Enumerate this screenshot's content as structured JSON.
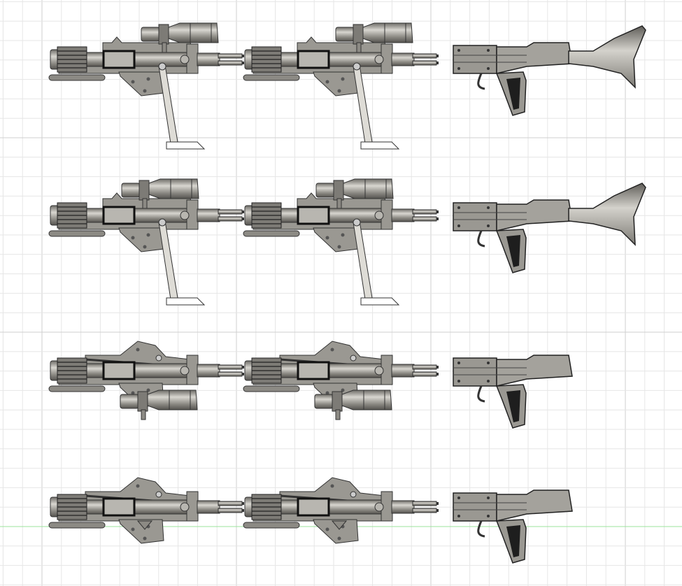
{
  "viewport": {
    "background": "#ffffff",
    "grid_minor_color": "#e6e6e6",
    "grid_major_color": "#cfcfcf",
    "axis_color": "#9be39b"
  },
  "model": {
    "body_color": "#8c8a84",
    "light_color": "#c9c7c1",
    "dark_color": "#2a2a2a",
    "layout": [
      [
        "rifle-scope-bipod",
        "rifle-scope-bipod",
        "stock-flared"
      ],
      [
        "rifle-scope-bipod",
        "rifle-scope-bipod",
        "stock-flared"
      ],
      [
        "rifle-underslung-scope",
        "rifle-underslung-scope",
        "stock-short"
      ],
      [
        "rifle-no-scope",
        "rifle-no-scope",
        "stock-short"
      ]
    ]
  }
}
